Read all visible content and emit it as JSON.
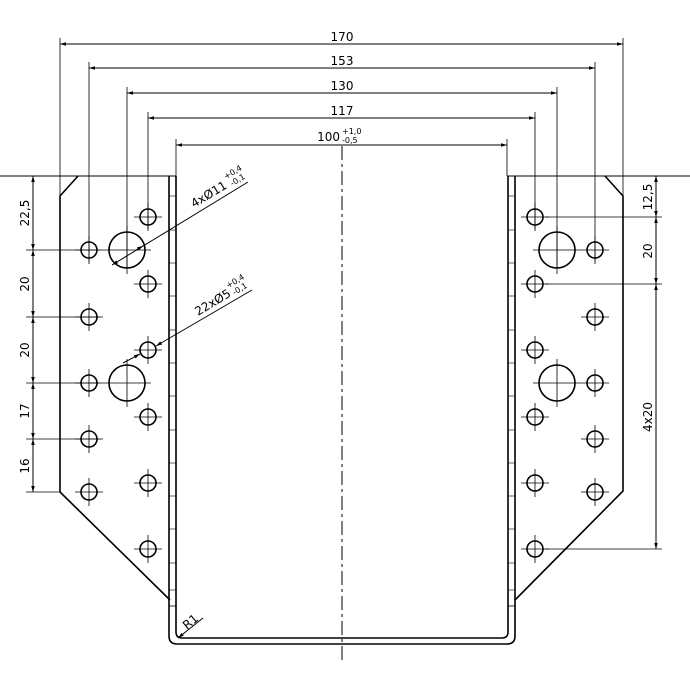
{
  "drawing": {
    "overall_widths": {
      "w170": "170",
      "w153": "153",
      "w130": "130",
      "w117": "117",
      "w100": "100",
      "w100_tol_upper": "+1,0",
      "w100_tol_lower": "-0,5"
    },
    "left_vertical_dims": [
      "22,5",
      "20",
      "20",
      "17",
      "16"
    ],
    "right_vertical_dims": [
      "12,5",
      "20",
      "4x20"
    ],
    "large_hole_callout": {
      "label": "4xØ11",
      "tol_upper": "+0,4",
      "tol_lower": "-0,1"
    },
    "small_hole_callout": {
      "label": "22xØ5",
      "tol_upper": "+0,4",
      "tol_lower": "-0,1"
    },
    "radius_label": "R1"
  }
}
